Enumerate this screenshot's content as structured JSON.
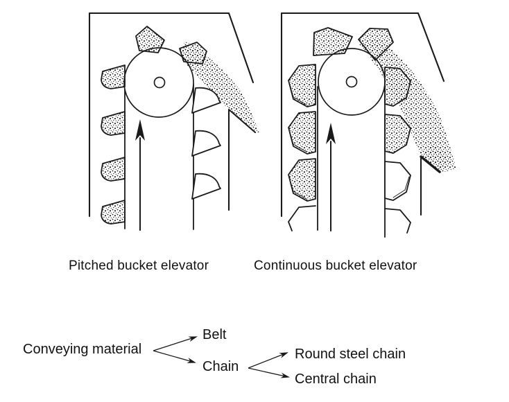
{
  "figures": {
    "pitched": {
      "caption": "Pitched bucket elevator"
    },
    "continuous": {
      "caption": "Continuous bucket elevator"
    }
  },
  "tree": {
    "root_label": "Conveying material",
    "children": [
      {
        "label": "Belt"
      },
      {
        "label": "Chain",
        "children": [
          {
            "label": "Round steel chain"
          },
          {
            "label": "Central chain"
          }
        ]
      }
    ]
  },
  "colors": {
    "ink": "#1a1a1a",
    "background": "#ffffff"
  }
}
